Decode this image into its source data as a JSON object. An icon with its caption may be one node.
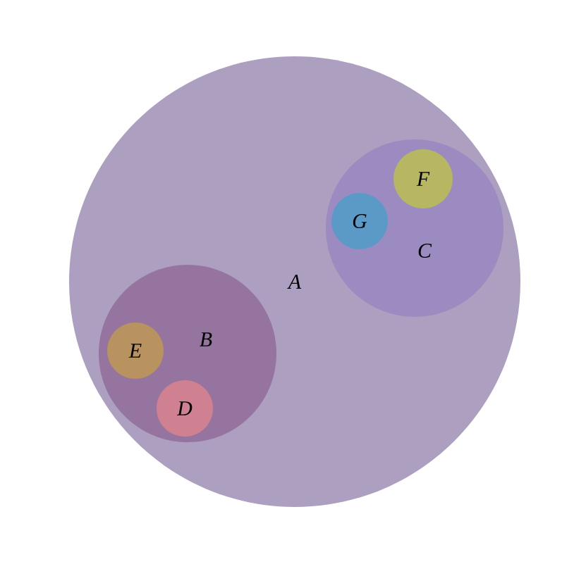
{
  "diagram": {
    "nodes": [
      {
        "text": [
          "A"
        ]
      },
      {
        "text": [
          "C"
        ],
        "in": 0
      },
      {
        "text": [
          "F"
        ],
        "in": 1
      },
      {
        "text": [
          "G"
        ],
        "in": 1
      },
      {
        "text": [
          "B"
        ],
        "in": 0
      },
      {
        "text": [
          "E"
        ],
        "in": 4
      },
      {
        "text": [
          "D"
        ],
        "in": 4
      }
    ]
  }
}
